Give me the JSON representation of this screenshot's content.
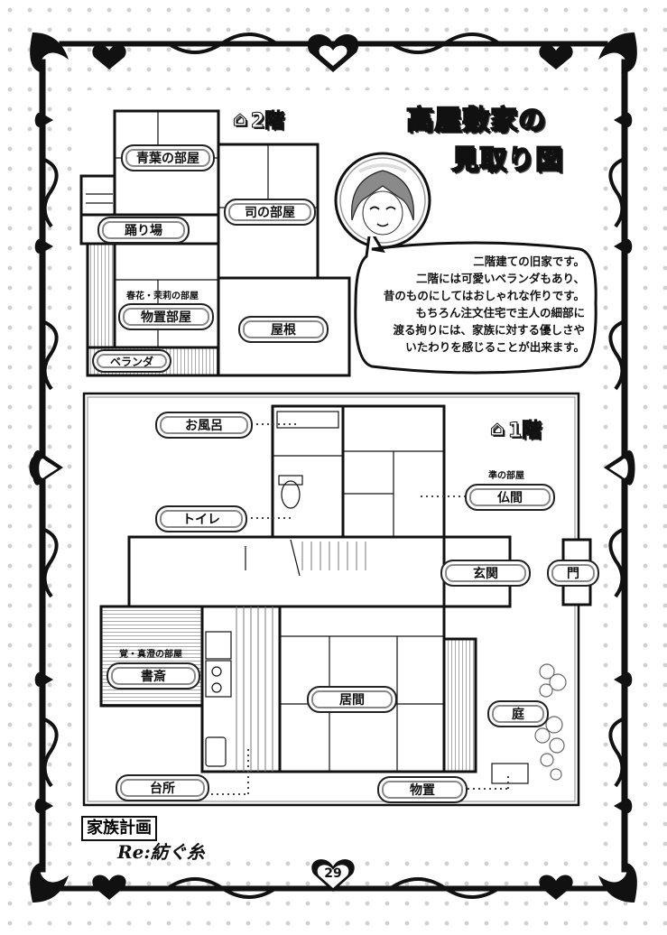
{
  "title": {
    "line1": "高屋敷家の",
    "line2": "見取り図"
  },
  "floor2": {
    "label": "2階",
    "rooms": {
      "aoba": "青葉の部屋",
      "tsukasa": "司の部屋",
      "odoriba": "踊り場",
      "storage_note": "春花・茉莉の部屋",
      "storage": "物置部屋",
      "roof": "屋根",
      "veranda": "ベランダ"
    }
  },
  "floor1": {
    "label": "1階",
    "rooms": {
      "bath": "お風呂",
      "toilet": "トイレ",
      "butsuma_note": "準の部屋",
      "butsuma": "仏間",
      "genkan": "玄関",
      "gate": "門",
      "study_note": "覚・真澄の部屋",
      "study": "書斎",
      "living": "居間",
      "garden": "庭",
      "kitchen": "台所",
      "storeroom": "物置"
    }
  },
  "bubble": {
    "lines": [
      "二階建ての旧家です。",
      "二階には可愛いベランダもあり、",
      "昔のものにしてはおしゃれな作りです。",
      "もちろん注文住宅で主人の細部に",
      "渡る拘りには、家族に対する優しさや",
      "いたわりを感じることが出来ます。"
    ]
  },
  "footer": {
    "logo_line1": "家族計画",
    "logo_line2": "Re:紡ぐ糸",
    "page_number": "29"
  }
}
